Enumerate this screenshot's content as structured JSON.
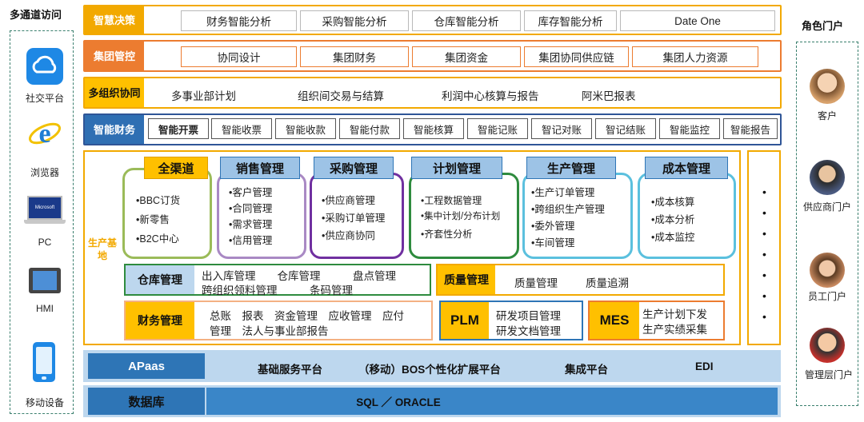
{
  "channels": {
    "title": "多通道访问",
    "items": [
      {
        "label": "社交平台",
        "icon": "cloud-app-icon"
      },
      {
        "label": "浏览器",
        "icon": "browser-icon"
      },
      {
        "label": "PC",
        "icon": "laptop-icon",
        "screen_text": "Microsoft"
      },
      {
        "label": "HMI",
        "icon": "tablet-icon"
      },
      {
        "label": "移动设备",
        "icon": "smartphone-icon"
      }
    ]
  },
  "portals": {
    "title": "角色门户",
    "items": [
      {
        "label": "客户",
        "icon": "customer-avatar-icon"
      },
      {
        "label": "供应商门户",
        "icon": "supplier-avatar-icon"
      },
      {
        "label": "员工门户",
        "icon": "employee-avatar-icon"
      },
      {
        "label": "管理层门户",
        "icon": "manager-avatar-icon"
      }
    ]
  },
  "smart_decision": {
    "tag": "智慧决策",
    "items": [
      "财务智能分析",
      "采购智能分析",
      "仓库智能分析",
      "库存智能分析",
      "Date One"
    ]
  },
  "group_control": {
    "tag": "集团管控",
    "items": [
      "协同设计",
      "集团财务",
      "集团资金",
      "集团协同供应链",
      "集团人力资源"
    ]
  },
  "multi_org": {
    "tag": "多组织协同",
    "items": [
      "多事业部计划",
      "组织间交易与结算",
      "利润中心核算与报告",
      "阿米巴报表"
    ]
  },
  "smart_finance": {
    "tag": "智能财务",
    "items": [
      "智能开票",
      "智能收票",
      "智能收款",
      "智能付款",
      "智能核算",
      "智能记账",
      "智记对账",
      "智记结账",
      "智能监控",
      "智能报告"
    ]
  },
  "production_base": {
    "label": "生产基地",
    "modules": [
      {
        "title": "全渠道",
        "items": [
          "•BBC订货",
          "•新零售",
          "•B2C中心"
        ],
        "color": "#9bbb59"
      },
      {
        "title": "销售管理",
        "items": [
          "•客户管理",
          "•合同管理",
          "•需求管理",
          "•信用管理"
        ],
        "color": "#a989c4"
      },
      {
        "title": "采购管理",
        "items": [
          "•供应商管理",
          "•采购订单管理",
          "•供应商协同"
        ],
        "color": "#7030a0"
      },
      {
        "title": "计划管理",
        "items": [
          "•工程数据管理",
          "•集中计划/分布计划",
          "•齐套性分析"
        ],
        "color": "#2e8b3e"
      },
      {
        "title": "生产管理",
        "items": [
          "•生产订单管理",
          "•跨组织生产管理",
          "•委外管理",
          "•车间管理"
        ],
        "color": "#5bc0de"
      },
      {
        "title": "成本管理",
        "items": [
          "•成本核算",
          "•成本分析",
          "•成本监控"
        ],
        "color": "#5bc0de"
      }
    ],
    "dots": [
      "•",
      "•",
      "•",
      "•",
      "•",
      "•",
      "•"
    ],
    "warehouse": {
      "tag": "仓库管理",
      "line1": "出入库管理　　仓库管理　　　盘点管理",
      "line2": "跨组织领料管理　　　条码管理"
    },
    "quality": {
      "tag": "质量管理",
      "items": [
        "质量管理",
        "质量追溯"
      ]
    },
    "finance": {
      "tag": "财务管理",
      "line1": "总账　报表　资金管理　应收管理　应付",
      "line2": "管理　法人与事业部报告"
    },
    "plm": {
      "tag": "PLM",
      "items": [
        "研发项目管理",
        "研发文档管理"
      ]
    },
    "mes": {
      "tag": "MES",
      "items": [
        "生产计划下发",
        "生产实绩采集"
      ]
    }
  },
  "apaas": {
    "tag": "APaas",
    "items": [
      "基础服务平台",
      "（移动）BOS个性化扩展平台",
      "集成平台",
      "EDI"
    ]
  },
  "database": {
    "tag": "数据库",
    "text": "SQL ／ ORACLE"
  },
  "colors": {
    "gold": "#f2a900",
    "orange": "#ec7c30",
    "navy": "#2f5597",
    "apaas_light": "#bdd7ee",
    "db_blue": "#2e75b6"
  }
}
